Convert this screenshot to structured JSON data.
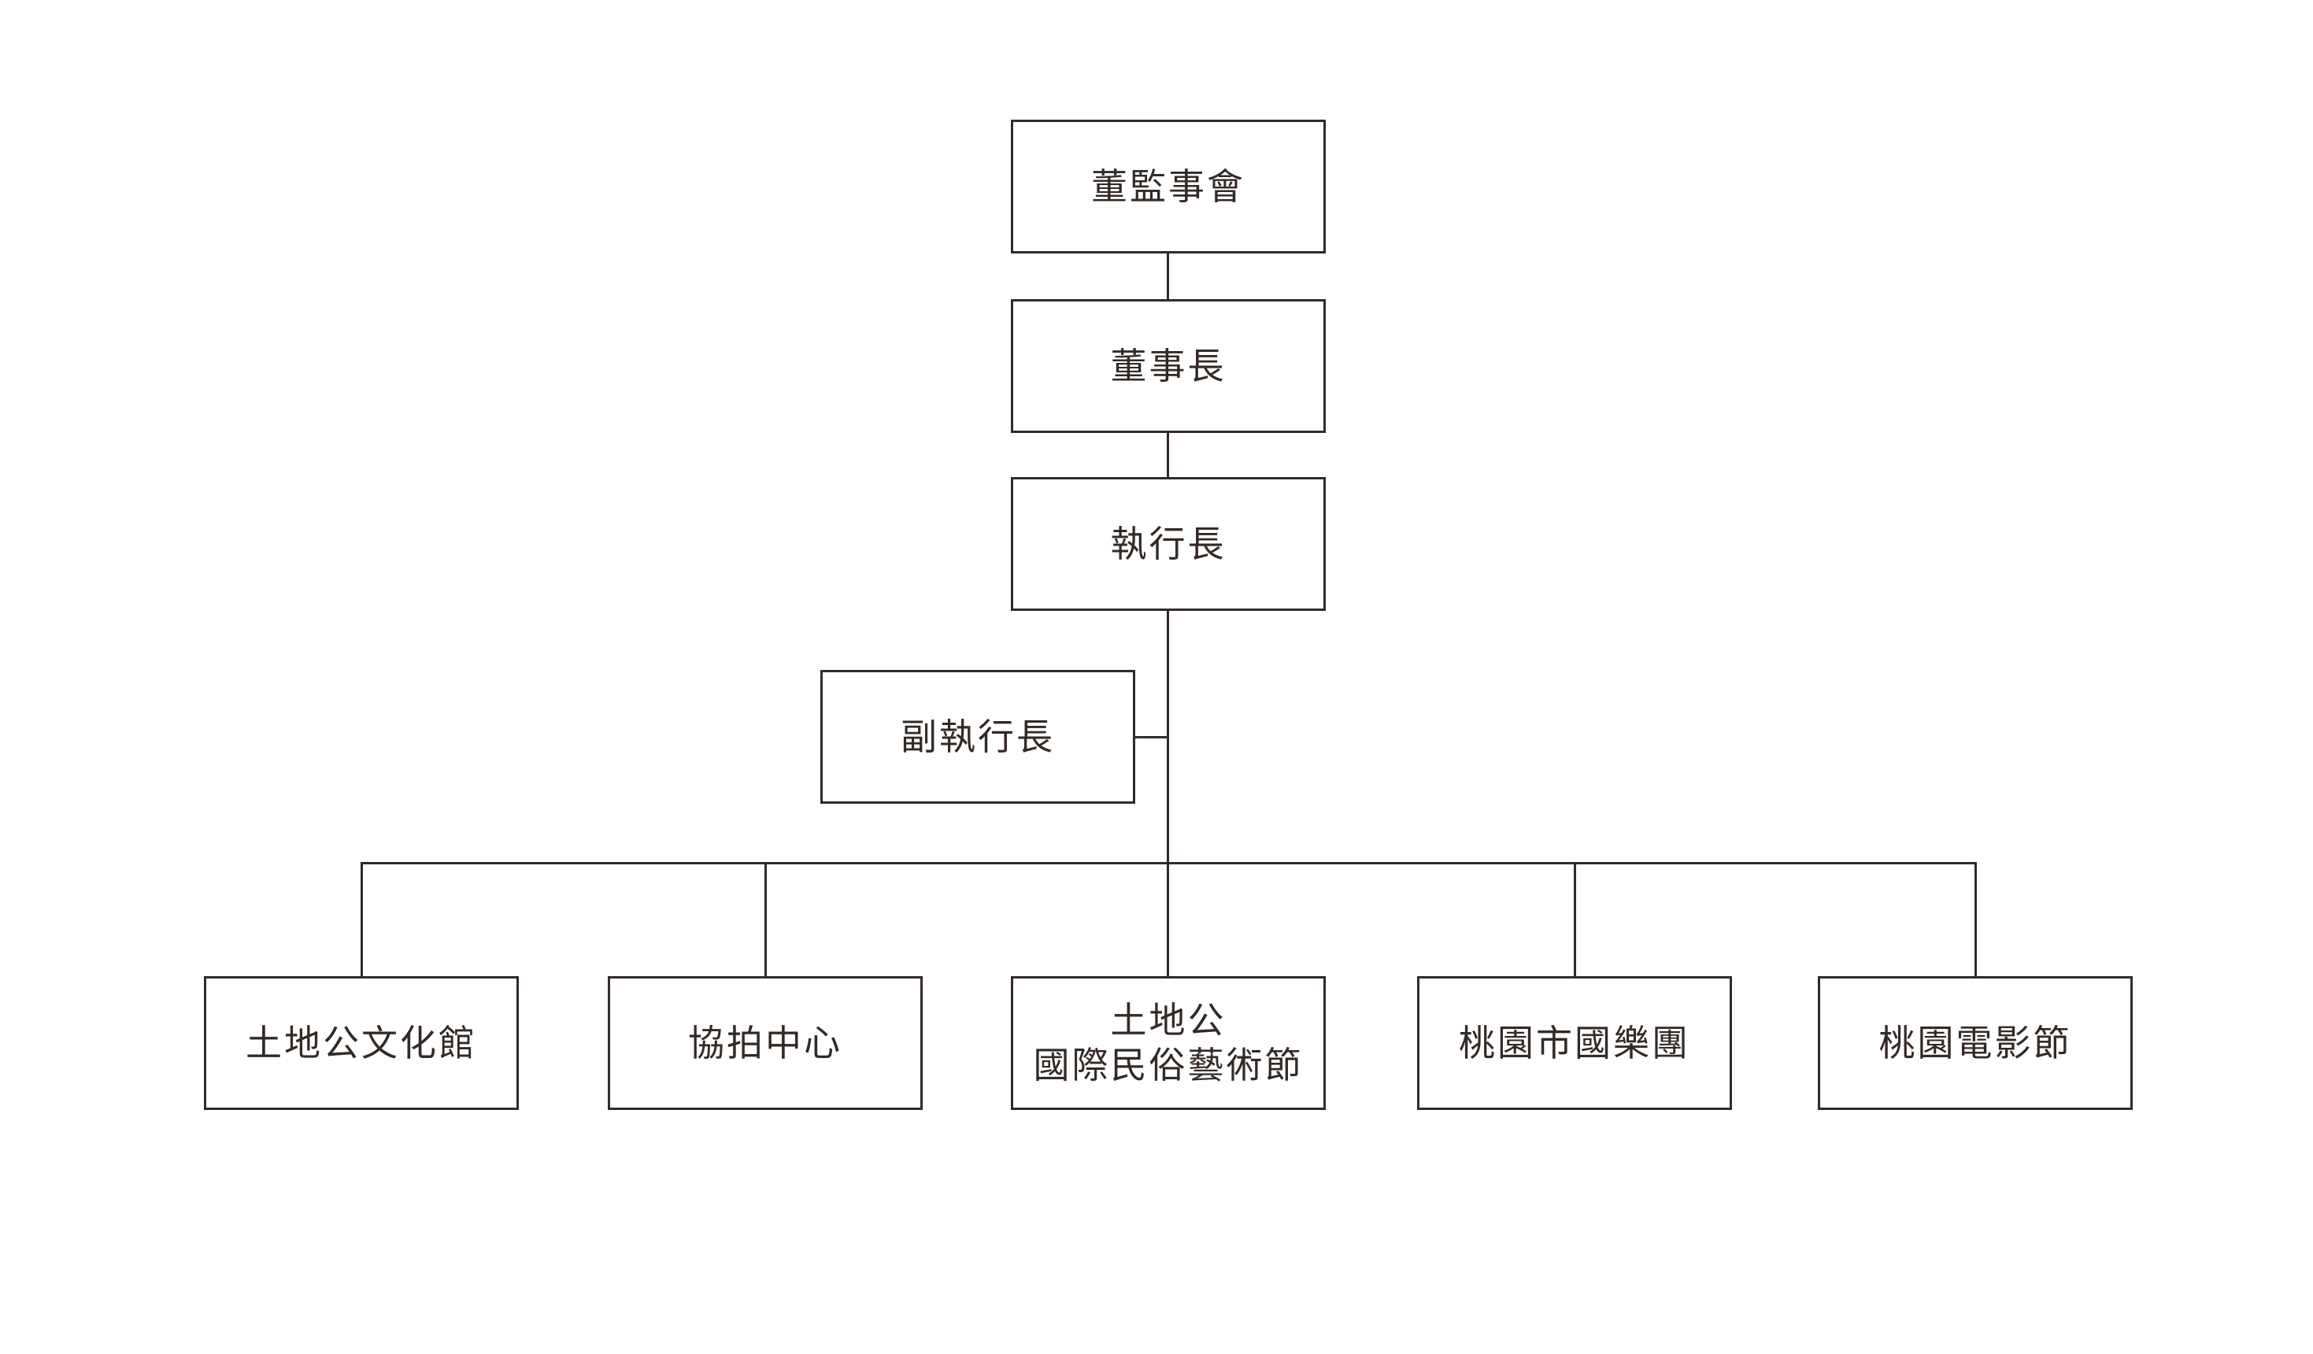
{
  "chart": {
    "type": "org-chart",
    "nodes": {
      "board": {
        "label": "董監事會"
      },
      "chairman": {
        "label": "董事長"
      },
      "ceo": {
        "label": "執行長"
      },
      "deputy_ceo": {
        "label": "副執行長"
      },
      "departments": [
        {
          "label": "土地公文化館"
        },
        {
          "label": "協拍中心"
        },
        {
          "label": "土地公",
          "label2": "國際民俗藝術節"
        },
        {
          "label": "桃園市國樂團"
        },
        {
          "label": "桃園電影節"
        }
      ]
    },
    "hierarchy": [
      "board > chairman",
      "chairman > ceo",
      "ceo > deputy_ceo",
      "ceo > departments"
    ],
    "colors": {
      "line": "#332A26",
      "text": "#332A26",
      "background": "#FFFFFF"
    }
  }
}
